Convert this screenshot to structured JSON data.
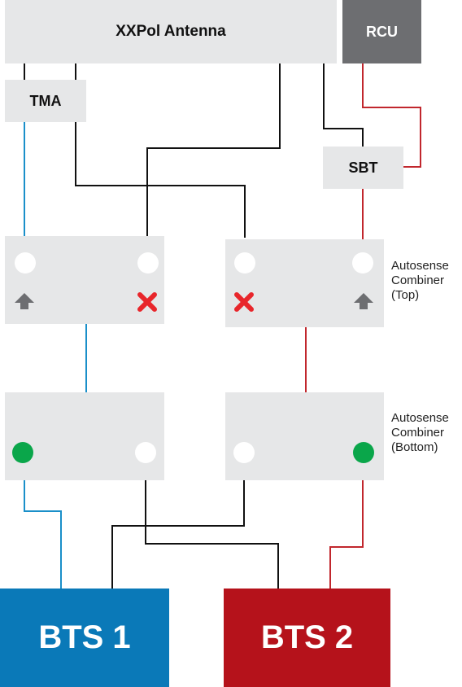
{
  "antenna": {
    "label": "XXPol Antenna"
  },
  "rcu": {
    "label": "RCU"
  },
  "tma": {
    "label": "TMA"
  },
  "sbt": {
    "label": "SBT"
  },
  "combiner_top": {
    "note": [
      "Autosense",
      "Combiner",
      "(Top)"
    ]
  },
  "combiner_bottom": {
    "note": [
      "Autosense",
      "Combiner",
      "(Bottom)"
    ]
  },
  "bts1": {
    "label": "BTS 1"
  },
  "bts2": {
    "label": "BTS 2"
  },
  "colors": {
    "box_gray": "#e6e7e8",
    "rcu_gray": "#6d6e71",
    "bts1_blue": "#0a79b8",
    "bts2_red": "#b5121b",
    "wire_blue": "#1a8fc9",
    "wire_red": "#c1272d",
    "wire_black": "#111111",
    "port_green": "#0aa64a",
    "x_red": "#e8262b",
    "arrow_gray": "#6d6e71"
  },
  "icons": {
    "up_arrow": "up-arrow-icon",
    "blocked": "x-mark-icon",
    "port": "circle-port-icon"
  }
}
